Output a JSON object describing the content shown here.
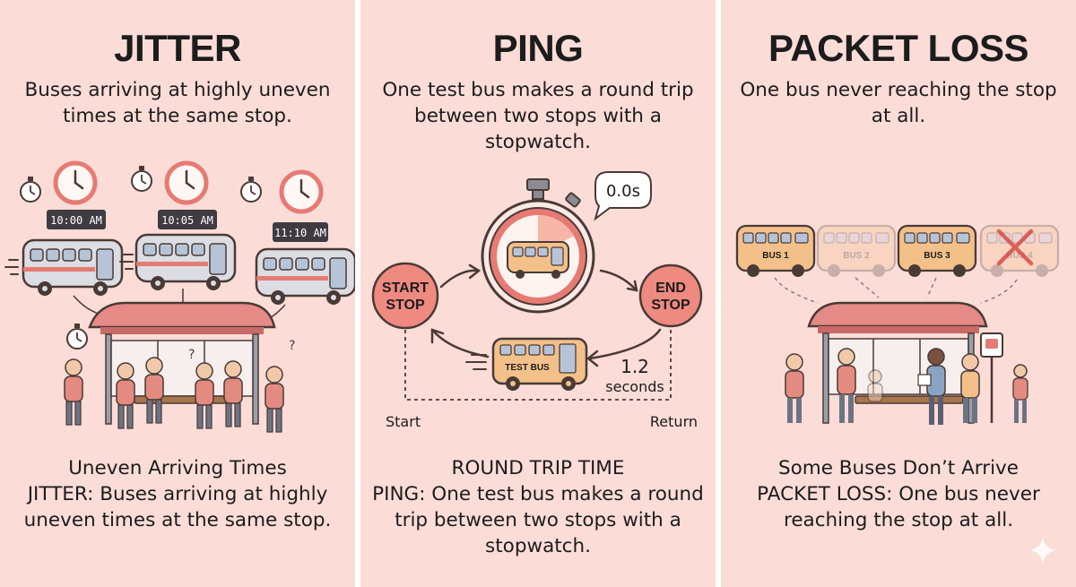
{
  "panels": [
    {
      "title": "JITTER",
      "subtitle": "Buses arriving at highly uneven times at the same stop.",
      "bottom_heading": "Uneven Arriving Times",
      "bottom_text": "JITTER: Buses arriving at highly uneven times at the same stop.",
      "times": [
        "10:00 AM",
        "10:05 AM",
        "11:10 AM"
      ]
    },
    {
      "title": "PING",
      "subtitle": "One test bus makes a round trip between two stops with a stopwatch.",
      "bottom_heading": "ROUND TRIP TIME",
      "bottom_text": "PING: One test bus makes a round trip between two stops with a stopwatch.",
      "stopwatch_reading": "0.0s",
      "start_stop_line1": "START",
      "start_stop_line2": "STOP",
      "end_stop_line1": "END",
      "end_stop_line2": "STOP",
      "test_bus_label": "TEST BUS",
      "rtt_value": "1.2",
      "rtt_unit": "seconds",
      "start_label": "Start",
      "return_label": "Return"
    },
    {
      "title": "PACKET LOSS",
      "subtitle": "One bus never reaching the stop at all.",
      "bottom_heading": "Some Buses Don’t Arrive",
      "bottom_text": "PACKET LOSS: One bus never reaching the stop at all.",
      "buses": [
        {
          "label": "BUS 1",
          "faded": false,
          "crossed": false
        },
        {
          "label": "BUS 2",
          "faded": true,
          "crossed": false
        },
        {
          "label": "BUS 3",
          "faded": false,
          "crossed": false
        },
        {
          "label": "BUS 4",
          "faded": true,
          "crossed": true
        }
      ]
    }
  ],
  "colors": {
    "panel_bg": "#fbdcd7",
    "ink": "#4a3a36",
    "bus_orange": "#f3c08a",
    "bus_grey": "#dcdde3",
    "awning": "#e58a86",
    "clock_red": "#e67b74",
    "cross_red": "#d6453d"
  }
}
